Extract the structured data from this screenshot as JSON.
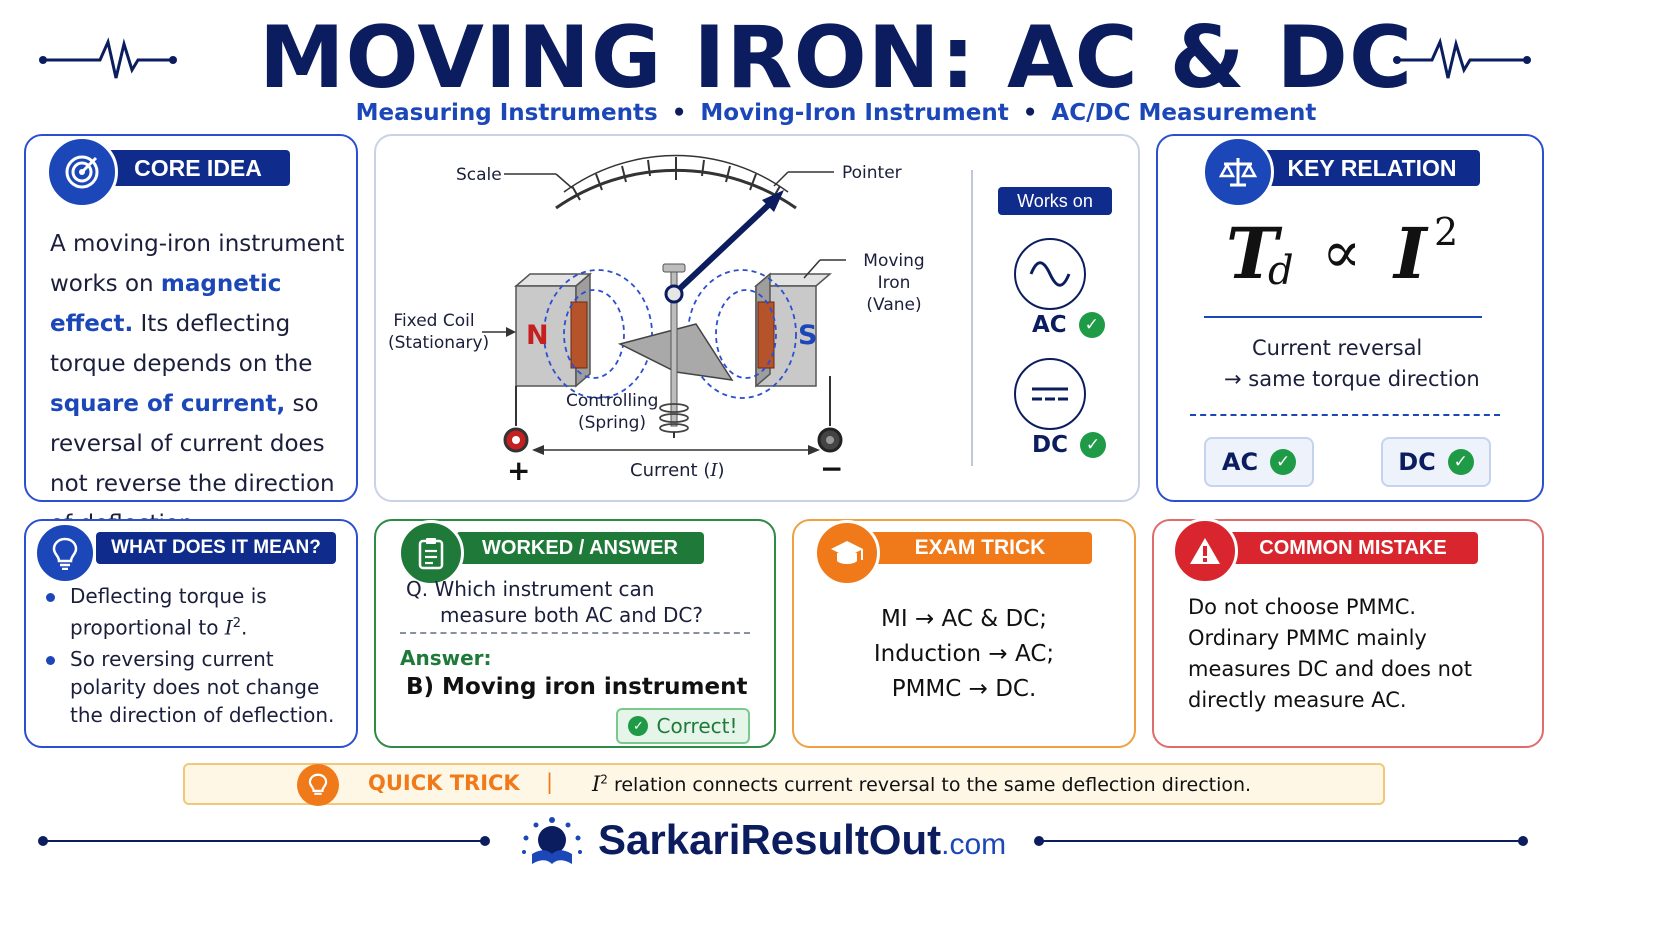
{
  "header": {
    "title": "MOVING IRON: AC & DC",
    "subtitle_items": [
      "Measuring Instruments",
      "Moving-Iron Instrument",
      "AC/DC Measurement"
    ]
  },
  "core_idea": {
    "heading": "CORE IDEA",
    "text_1": "A moving-iron instrument works on ",
    "highlight_1": "magnetic effect.",
    "text_2": " Its deflecting torque depends on the ",
    "highlight_2": "square of current,",
    "text_3": " so reversal of current does not reverse the direction of deflection."
  },
  "diagram": {
    "labels": {
      "scale": "Scale",
      "pointer": "Pointer",
      "moving_iron_1": "Moving Iron",
      "moving_iron_2": "(Vane)",
      "fixed_coil_1": "Fixed Coil",
      "fixed_coil_2": "(Stationary)",
      "pole_n": "N",
      "pole_s": "S",
      "spring_1": "Controlling",
      "spring_2": "(Spring)",
      "plus": "+",
      "minus": "−",
      "current": "Current (",
      "current_sym": "I",
      "current_end": ")"
    },
    "works_on": {
      "heading": "Works on",
      "ac": "AC",
      "dc": "DC"
    }
  },
  "key_relation": {
    "heading": "KEY RELATION",
    "formula_t": "T",
    "formula_sub": "d",
    "formula_prop": "∝",
    "formula_i": "I",
    "formula_exp": "2",
    "line_1": "Current reversal",
    "line_2": "→ same torque direction",
    "badge_ac": "AC",
    "badge_dc": "DC"
  },
  "meaning": {
    "heading": "WHAT DOES IT MEAN?",
    "bullet_1a": "Deflecting torque is",
    "bullet_1b": "proportional to ",
    "bullet_1_sym": "I",
    "bullet_1_exp": "2",
    "bullet_1_end": ".",
    "bullet_2": "So reversing current polarity does not change the direction of deflection."
  },
  "worked": {
    "heading": "WORKED / ANSWER",
    "question_1": "Q. Which instrument can",
    "question_2": "measure both AC and DC?",
    "answer_label": "Answer:",
    "answer": "B) Moving iron instrument",
    "correct": "Correct!"
  },
  "exam_trick": {
    "heading": "EXAM TRICK",
    "line_1": "MI → AC & DC;",
    "line_2": "Induction → AC;",
    "line_3": "PMMC → DC."
  },
  "mistake": {
    "heading": "COMMON MISTAKE",
    "text": "Do not choose PMMC. Ordinary PMMC mainly measures DC and does not directly measure AC."
  },
  "quick_trick": {
    "label": "QUICK TRICK",
    "sep": "|",
    "sym": "I",
    "exp": "2",
    "text": " relation connects current reversal to the same deflection direction."
  },
  "footer": {
    "brand": "SarkariResultOut",
    "tld": ".com"
  },
  "colors": {
    "navy": "#0b1d5e",
    "blue": "#1c47b8",
    "green": "#1f9b47",
    "orange": "#f07a1a",
    "red": "#d9262e"
  }
}
